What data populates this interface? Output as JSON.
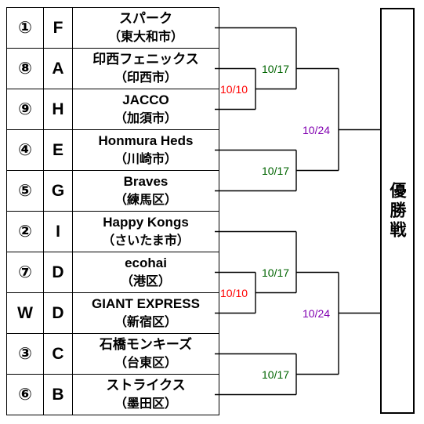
{
  "colors": {
    "red": "#ff0000",
    "green": "#006400",
    "purple": "#8000b0"
  },
  "teams": [
    {
      "seed": "①",
      "block": "F",
      "name": "スパーク",
      "area": "（東大和市）"
    },
    {
      "seed": "⑧",
      "block": "A",
      "name": "印西フェニックス",
      "area": "（印西市）"
    },
    {
      "seed": "⑨",
      "block": "H",
      "name": "JACCO",
      "area": "（加須市）"
    },
    {
      "seed": "④",
      "block": "E",
      "name": "Honmura Heds",
      "area": "（川崎市）"
    },
    {
      "seed": "⑤",
      "block": "G",
      "name": "Braves",
      "area": "（練馬区）"
    },
    {
      "seed": "②",
      "block": "I",
      "name": "Happy Kongs",
      "area": "（さいたま市）"
    },
    {
      "seed": "⑦",
      "block": "D",
      "name": "ecohai",
      "area": "（港区）"
    },
    {
      "seed": "W",
      "block": "D",
      "name": "GIANT EXPRESS",
      "area": "（新宿区）"
    },
    {
      "seed": "③",
      "block": "C",
      "name": "石橋モンキーズ",
      "area": "（台東区）"
    },
    {
      "seed": "⑥",
      "block": "B",
      "name": "ストライクス",
      "area": "（墨田区）"
    }
  ],
  "dates": {
    "r0_top": "10/10",
    "r1_top_a": "10/17",
    "r1_top_b": "10/17",
    "r2_top": "10/24",
    "r0_bot": "10/10",
    "r1_bot_a": "10/17",
    "r1_bot_b": "10/17",
    "r2_bot": "10/24"
  },
  "final_label": "優勝戦"
}
